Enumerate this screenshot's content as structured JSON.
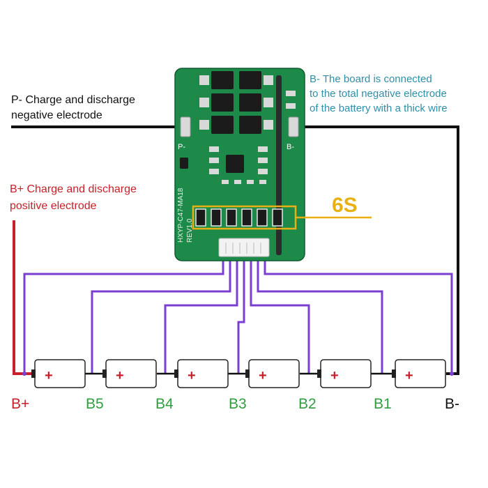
{
  "annotations": {
    "p_minus_line1": "P- Charge and discharge",
    "p_minus_line2": "negative electrode",
    "b_plus_line1": "B+ Charge and discharge",
    "b_plus_line2": "positive electrode",
    "b_minus_line1": "B- The board is connected",
    "b_minus_line2": "to the total negative electrode",
    "b_minus_line3": "of the battery with a thick wire",
    "cell_count": "6S"
  },
  "board": {
    "pad_p_label": "P-",
    "pad_b_label": "B-",
    "silk_model": "HXYP-C47-MA18",
    "silk_rev": "REV1.0"
  },
  "battery_cell": {
    "plus_symbol": "+"
  },
  "terminals": [
    "B+",
    "B5",
    "B4",
    "B3",
    "B2",
    "B1",
    "B-"
  ],
  "colors": {
    "board_green": "#1e8a4a",
    "wire_black": "#111111",
    "wire_red": "#c8202a",
    "wire_purple": "#7a3fd0",
    "label_red": "#c8202a",
    "label_green": "#2e9e3e",
    "label_teal": "#2f8fa6",
    "highlight_gold": "#e8b012"
  }
}
